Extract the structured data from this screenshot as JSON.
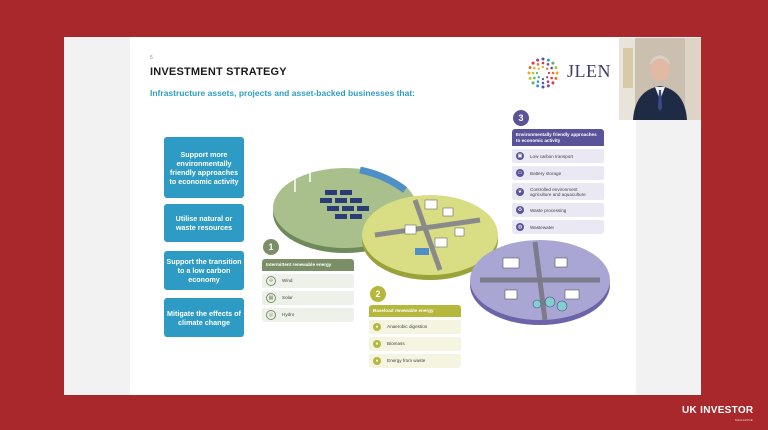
{
  "slide": {
    "page_number": "5",
    "title": "INVESTMENT STRATEGY",
    "subtitle": "Infrastructure assets, projects and asset-backed businesses that:",
    "logo_text": "JLEN"
  },
  "goals": [
    {
      "label": "Support more environmentally friendly approaches to economic activity"
    },
    {
      "label": "Utilise natural or waste resources"
    },
    {
      "label": "Support the transition to a low carbon economy"
    },
    {
      "label": "Mitigate the effects of climate change"
    }
  ],
  "categories": [
    {
      "number": "1",
      "title": "Intermittent renewable energy",
      "color": "#7a8f66",
      "items": [
        {
          "label": "Wind",
          "icon": "wind-icon"
        },
        {
          "label": "Solar",
          "icon": "solar-icon"
        },
        {
          "label": "Hydro",
          "icon": "hydro-icon"
        }
      ]
    },
    {
      "number": "2",
      "title": "Baseload renewable energy",
      "color": "#b5b83c",
      "items": [
        {
          "label": "Anaerobic digestion",
          "icon": "digestion-icon"
        },
        {
          "label": "Biomass",
          "icon": "biomass-icon"
        },
        {
          "label": "Energy from waste",
          "icon": "waste-energy-icon"
        }
      ]
    },
    {
      "number": "3",
      "title": "Environmentally friendly approaches to economic activity",
      "color": "#5a5399",
      "items": [
        {
          "label": "Low carbon transport",
          "icon": "transport-icon"
        },
        {
          "label": "Battery storage",
          "icon": "battery-icon"
        },
        {
          "label": "Controlled environment agriculture and aquaculture",
          "icon": "agriculture-icon"
        },
        {
          "label": "Waste processing",
          "icon": "waste-icon"
        },
        {
          "label": "Wastewater",
          "icon": "wastewater-icon"
        }
      ]
    }
  ],
  "brand": {
    "name": "UK INVESTOR",
    "sub": "MAGAZINE"
  },
  "colors": {
    "frame": "#a8282c",
    "goal_box": "#2d9bc4",
    "accent_blue": "#2e9ec4"
  }
}
